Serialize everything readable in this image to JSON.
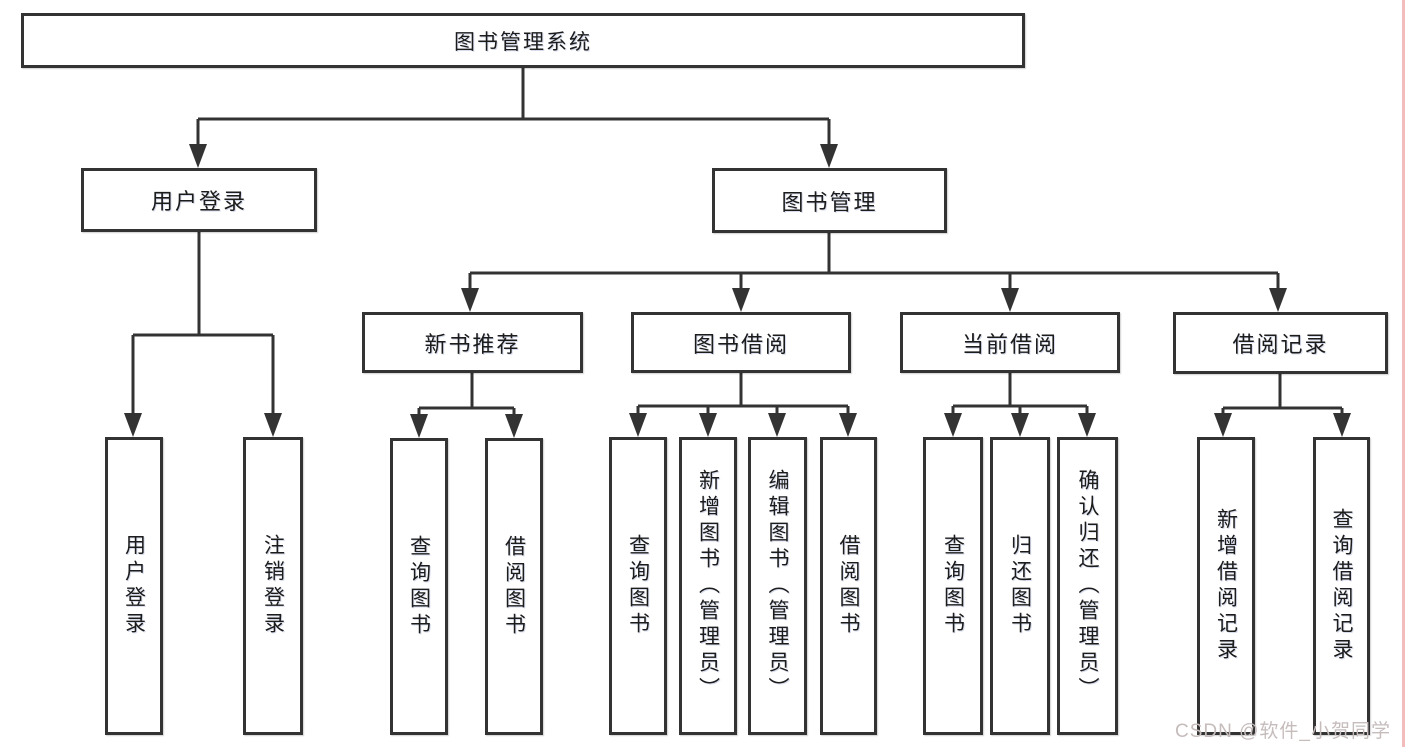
{
  "diagram": {
    "title_node": {
      "label": "图书管理系统"
    },
    "level2": [
      {
        "label": "用户登录"
      },
      {
        "label": "图书管理"
      }
    ],
    "level3": [
      {
        "label": "新书推荐",
        "parent": "图书管理"
      },
      {
        "label": "图书借阅",
        "parent": "图书管理"
      },
      {
        "label": "当前借阅",
        "parent": "图书管理"
      },
      {
        "label": "借阅记录",
        "parent": "图书管理"
      }
    ],
    "leaves": [
      {
        "label": "用户登录",
        "parent": "用户登录"
      },
      {
        "label": "注销登录",
        "parent": "用户登录"
      },
      {
        "label": "查询图书",
        "parent": "新书推荐"
      },
      {
        "label": "借阅图书",
        "parent": "新书推荐"
      },
      {
        "label": "查询图书",
        "parent": "图书借阅"
      },
      {
        "label": "新增图书（管理员）",
        "parent": "图书借阅"
      },
      {
        "label": "编辑图书（管理员）",
        "parent": "图书借阅"
      },
      {
        "label": "借阅图书",
        "parent": "图书借阅"
      },
      {
        "label": "查询图书",
        "parent": "当前借阅"
      },
      {
        "label": "归还图书",
        "parent": "当前借阅"
      },
      {
        "label": "确认归还（管理员）",
        "parent": "当前借阅"
      },
      {
        "label": "新增借阅记录",
        "parent": "借阅记录"
      },
      {
        "label": "查询借阅记录",
        "parent": "借阅记录"
      }
    ],
    "watermark": {
      "text": "CSDN @软件_小贺同学"
    },
    "colors": {
      "line": "#333333",
      "box_border": "#333333",
      "text": "#1c1c1c",
      "watermark": "#c6bcbc",
      "background": "#ffffff",
      "right_edge_strip": "#f3bcbc"
    }
  }
}
